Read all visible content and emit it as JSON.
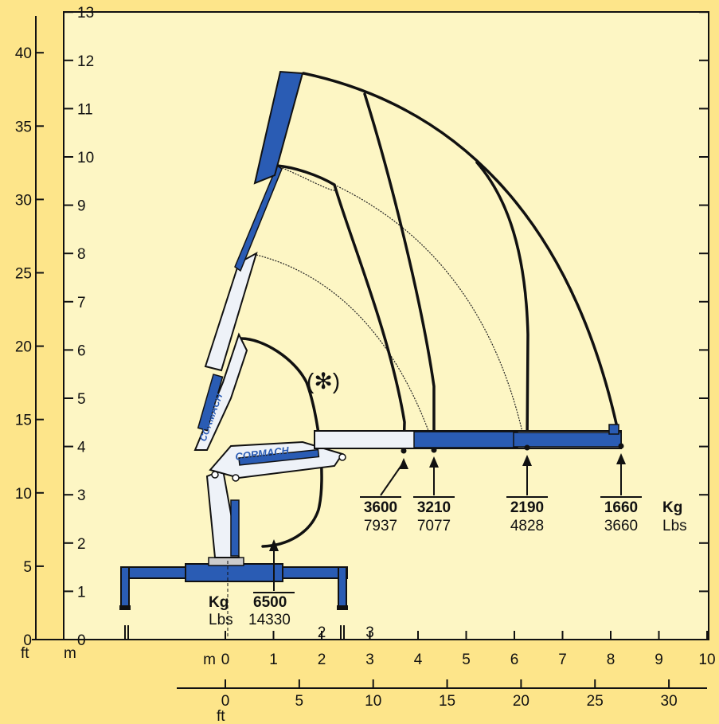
{
  "background_color": "#fde58a",
  "panel_color": "#fdf6c4",
  "boom_blue": "#2a5cb4",
  "boom_white": "#eef2f8",
  "axes": {
    "left_ticks": [
      "0",
      "5",
      "10",
      "15",
      "20",
      "25",
      "30",
      "35",
      "40"
    ],
    "left_unit": "ft",
    "left_unit_m": "m",
    "right_ticks": [
      "0",
      "1",
      "2",
      "3",
      "4",
      "5",
      "6",
      "7",
      "8",
      "9",
      "10",
      "11",
      "12",
      "13"
    ],
    "bottom_m_prefix": "m",
    "bottom_m_ticks": [
      "0",
      "1",
      "2",
      "3",
      "4",
      "5",
      "6",
      "7",
      "8",
      "9",
      "10"
    ],
    "bottom_upper_ticks": [
      "2",
      "3"
    ],
    "bottom_ft_ticks": [
      "0",
      "5",
      "10",
      "15",
      "20",
      "25",
      "30"
    ],
    "bottom_ft_unit": "ft"
  },
  "annotation_asterisk": "(✻)",
  "brand_label": "CORMACH",
  "loads": [
    {
      "kg": "3600",
      "lbs": "7937"
    },
    {
      "kg": "3210",
      "lbs": "7077"
    },
    {
      "kg": "2190",
      "lbs": "4828"
    },
    {
      "kg": "1660",
      "lbs": "3660"
    }
  ],
  "loads_unit_kg": "Kg",
  "loads_unit_lbs": "Lbs",
  "base_load": {
    "kg": "6500",
    "lbs": "14330",
    "unit_kg": "Kg",
    "unit_lbs": "Lbs"
  }
}
